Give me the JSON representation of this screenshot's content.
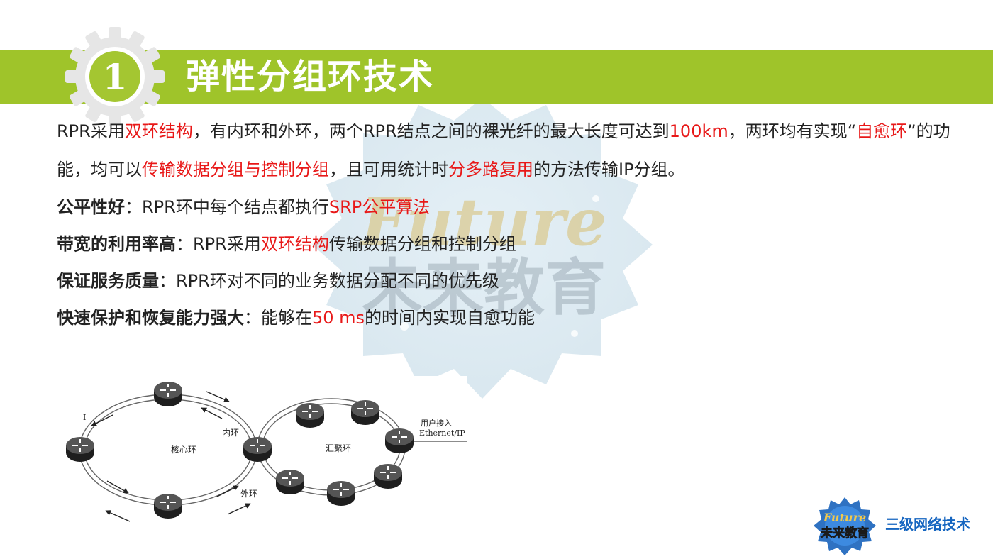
{
  "header": {
    "number": "1",
    "title": "弹性分组环技术"
  },
  "intro": {
    "s1": "RPR采用",
    "h1": "双环结构",
    "s2": "，有内环和外环，两个RPR结点之间的裸光纤的最大长度可达到",
    "h2": "100km",
    "s3": "，两环均有实现“",
    "h3": "自愈环",
    "s4": "”的功能，均可以",
    "h4": "传输数据分组与控制分组",
    "s5": "，且可用统计时",
    "h5": "分多路复用",
    "s6": "的方法传输IP分组。"
  },
  "features": [
    {
      "term": "公平性好",
      "sep": "：",
      "pre": "RPR环中每个结点都执行",
      "hl": "SRP公平算法",
      "post": ""
    },
    {
      "term": "带宽的利用率高",
      "sep": "：",
      "pre": "RPR采用",
      "hl": "双环结构",
      "post": "传输数据分组和控制分组"
    },
    {
      "term": "保证服务质量",
      "sep": "：",
      "pre": "RPR环对不同的业务数据分配不同的优先级",
      "hl": "",
      "post": ""
    },
    {
      "term": "快速保护和恢复能力强大",
      "sep": "：",
      "pre": "能够在",
      "hl": "50 ms",
      "post": "的时间内实现自愈功能"
    }
  ],
  "diagram": {
    "core_ring": "核心环",
    "agg_ring": "汇聚环",
    "inner": "内环",
    "outer": "外环",
    "user_access_1": "用户接入",
    "user_access_2": "Ethernet/IP",
    "marker": "I"
  },
  "watermark": {
    "line1": "Future",
    "line2": "未来教育"
  },
  "footer": {
    "logo_line1": "Future",
    "logo_line2": "未来教育",
    "course": "三级网络技术"
  },
  "colors": {
    "accent": "#9fc42a",
    "highlight": "#e81818",
    "brand_blue": "#1565c0"
  }
}
